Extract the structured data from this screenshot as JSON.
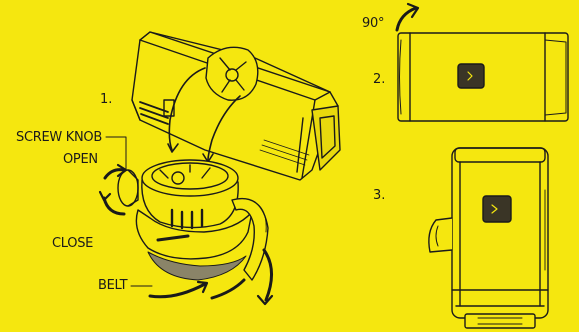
{
  "labels": {
    "screw_knob": "SCREW KNOB",
    "open": "OPEN",
    "close": "CLOSE",
    "belt": "BELT",
    "angle": "90°"
  },
  "steps": [
    "1.",
    "2.",
    "3."
  ],
  "colors": {
    "background": "#f5e70f",
    "line": "#1a1a1a",
    "belt": "#8a8468"
  }
}
